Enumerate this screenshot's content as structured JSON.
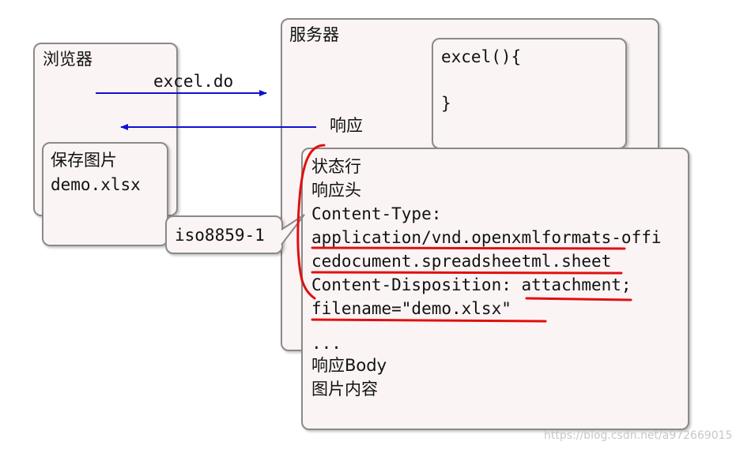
{
  "browser": {
    "title": "浏览器"
  },
  "server": {
    "title": "服务器"
  },
  "save_box": {
    "line1": "保存图片",
    "line2": "demo.xlsx"
  },
  "code_box": {
    "line1": "excel(){",
    "line2": "}"
  },
  "arrow_request": {
    "label": "excel.do",
    "color": "#1010d0"
  },
  "arrow_response": {
    "label": "响应",
    "color": "#1010d0"
  },
  "encoding_callout": {
    "label": "iso8859-1"
  },
  "response_box": {
    "lines": [
      "状态行",
      "响应头",
      "Content-Type:",
      "application/vnd.openxmlformats-offi",
      "cedocument.spreadsheetml.sheet",
      "Content-Disposition: attachment;",
      "filename=\"demo.xlsx\"",
      "...",
      "响应Body",
      "图片内容"
    ]
  },
  "annotation_color": "#e01010",
  "watermark": "https://blog.csdn.net/a972669015"
}
